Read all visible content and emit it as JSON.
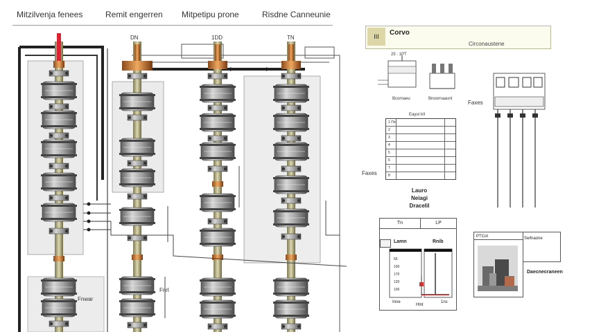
{
  "tabs": [
    {
      "label": "Mitzilvenja fenees"
    },
    {
      "label": "Remit engerren"
    },
    {
      "label": "Mitpetipu prone"
    },
    {
      "label": "Risdne Canneunie"
    }
  ],
  "column_tags": [
    "DN",
    "1DD",
    "TN"
  ],
  "header_panel": {
    "icon_text": "III",
    "title": "Corvo",
    "subtitle": "Circonaustene"
  },
  "box_labels": {
    "unit_a_top": "25 : 1PT",
    "unit_a_caption": "Bcornaeu",
    "unit_b_caption": "Bnoornaaunt"
  },
  "table": {
    "title": "Eayul tril",
    "rows": [
      "1 ITe",
      "2",
      "3",
      "4",
      "5",
      "6",
      "7",
      "8"
    ]
  },
  "side_labels": {
    "pump": "Faxes",
    "table_left": "Faxes"
  },
  "center_heading": [
    "Lauro",
    "Neiagi",
    "Dracelil"
  ],
  "gauge_panel": {
    "left_label": "Lamn",
    "right_label": "Rnib",
    "tabs": [
      "Tn",
      "LP"
    ],
    "scale": [
      "55",
      "100",
      "170",
      "120",
      "100"
    ],
    "bottom_left": "Inne",
    "bottom_center": "Hlnt",
    "bottom_right": "1ns"
  },
  "photo_panel": {
    "top_label": "PTCot",
    "side_label": "Swfnaone",
    "caption": "Daecnecraneen"
  },
  "annotations": {
    "left_note": "Fnwar",
    "mid_note": "Fnrl"
  }
}
